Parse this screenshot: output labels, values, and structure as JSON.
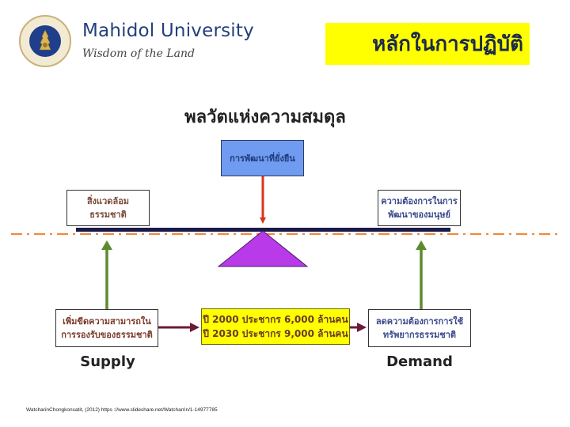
{
  "header": {
    "logo_icon": "mahidol-university-seal",
    "university_name": "Mahidol University",
    "tagline": "Wisdom of the Land",
    "slide_title": "หลักในการปฏิบัติ"
  },
  "diagram": {
    "title": "พลวัตแห่งความสมดุล",
    "top_box": "การพัฒนาที่ยั่งยืน",
    "left_top_box": [
      "สิ่งแวดล้อม",
      "ธรรมชาติ"
    ],
    "right_top_box": [
      "ความต้องการในการ",
      "พัฒนาของมนุษย์"
    ],
    "left_bottom_box": [
      "เพิ่มขีดความสามารถใน",
      "การรองรับของธรรมชาติ"
    ],
    "center_bottom_box": [
      "ปี 2000 ประชากร 6,000 ล้านคน",
      "ปี 2030 ประชากร 9,000 ล้านคน"
    ],
    "right_bottom_box": [
      "ลดความต้องการการใช้",
      "ทรัพยากรธรรมชาติ"
    ],
    "supply_label": "Supply",
    "demand_label": "Demand",
    "colors": {
      "top_box_fill": "#6f9cf0",
      "pop_box_fill": "#ffff00",
      "fulcrum": "#b93ae8",
      "down_arrow": "#d8361c",
      "up_arrows": "#5e8a2e",
      "horizontal_arrows": "#6b1a3a",
      "beam": "#1a1a4a",
      "reference_line": "#f08a3a"
    }
  },
  "footer": {
    "citation": "WatcharinChongkonsatit, (2012) https ://www.slideshare.net/Watcharrin/1-14977785"
  }
}
